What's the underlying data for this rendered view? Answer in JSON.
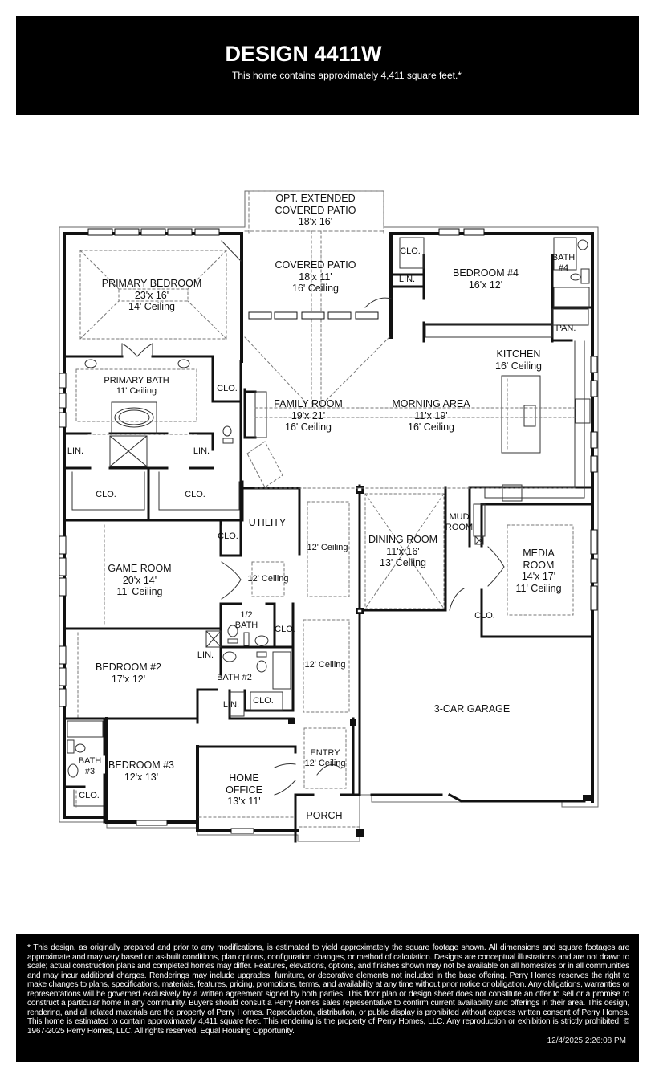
{
  "header": {
    "title": "DESIGN 4411W",
    "subtitle": "This home contains approximately 4,411 square feet.*"
  },
  "plan": {
    "square_feet": "4,411",
    "rooms": [
      {
        "id": "opt_extended_patio",
        "name": "OPT. EXTENDED\nCOVERED PATIO",
        "lines": [
          "OPT. EXTENDED",
          "COVERED PATIO"
        ],
        "size": "18'x 16'",
        "ceiling": ""
      },
      {
        "id": "covered_patio",
        "lines": [
          "COVERED PATIO"
        ],
        "size": "18'x 11'",
        "ceiling": "16' Ceiling"
      },
      {
        "id": "primary_bedroom",
        "lines": [
          "PRIMARY BEDROOM"
        ],
        "size": "23'x 16'",
        "ceiling": "14' Ceiling"
      },
      {
        "id": "bedroom_4",
        "lines": [
          "BEDROOM #4"
        ],
        "size": "16'x 12'",
        "ceiling": ""
      },
      {
        "id": "bath_4",
        "lines": [
          "BATH",
          "#4"
        ],
        "size": "",
        "ceiling": ""
      },
      {
        "id": "kitchen",
        "lines": [
          "KITCHEN"
        ],
        "size": "",
        "ceiling": "16' Ceiling"
      },
      {
        "id": "primary_bath",
        "lines": [
          "PRIMARY BATH"
        ],
        "size": "",
        "ceiling": "11' Ceiling"
      },
      {
        "id": "family_room",
        "lines": [
          "FAMILY ROOM"
        ],
        "size": "19'x 21'",
        "ceiling": "16' Ceiling"
      },
      {
        "id": "morning_area",
        "lines": [
          "MORNING AREA"
        ],
        "size": "11'x 19'",
        "ceiling": "16' Ceiling"
      },
      {
        "id": "utility",
        "lines": [
          "UTILITY"
        ],
        "size": "",
        "ceiling": ""
      },
      {
        "id": "dining_room",
        "lines": [
          "DINING ROOM"
        ],
        "size": "11'x 16'",
        "ceiling": "13' Ceiling"
      },
      {
        "id": "mud_room",
        "lines": [
          "MUD",
          "ROOM"
        ],
        "size": "",
        "ceiling": ""
      },
      {
        "id": "media_room",
        "lines": [
          "MEDIA",
          "ROOM"
        ],
        "size": "14'x 17'",
        "ceiling": "11' Ceiling"
      },
      {
        "id": "game_room",
        "lines": [
          "GAME ROOM"
        ],
        "size": "20'x 14'",
        "ceiling": "11' Ceiling"
      },
      {
        "id": "half_bath",
        "lines": [
          "1/2",
          "BATH"
        ],
        "size": "",
        "ceiling": ""
      },
      {
        "id": "bedroom_2",
        "lines": [
          "BEDROOM #2"
        ],
        "size": "17'x 12'",
        "ceiling": ""
      },
      {
        "id": "bath_2",
        "lines": [
          "BATH #2"
        ],
        "size": "",
        "ceiling": ""
      },
      {
        "id": "three_car_garage",
        "lines": [
          "3-CAR GARAGE"
        ],
        "size": "",
        "ceiling": ""
      },
      {
        "id": "bedroom_3",
        "lines": [
          "BEDROOM #3"
        ],
        "size": "12'x 13'",
        "ceiling": ""
      },
      {
        "id": "bath_3",
        "lines": [
          "BATH",
          "#3"
        ],
        "size": "",
        "ceiling": ""
      },
      {
        "id": "home_office",
        "lines": [
          "HOME",
          "OFFICE"
        ],
        "size": "13'x 11'",
        "ceiling": ""
      },
      {
        "id": "entry",
        "lines": [
          "ENTRY"
        ],
        "size": "",
        "ceiling": "12' Ceiling"
      },
      {
        "id": "porch",
        "lines": [
          "PORCH"
        ],
        "size": "",
        "ceiling": ""
      }
    ],
    "small_labels": {
      "clo": "CLO.",
      "lin": "LIN.",
      "pan": "PAN.",
      "ceiling_12": "12' Ceiling"
    }
  },
  "footer": {
    "disclaimer": "* This design, as originally prepared and prior to any modifications, is estimated to yield approximately the square footage shown. All dimensions and square footages are approximate and may vary based on as-built conditions, plan options, configuration changes, or method of calculation. Designs are conceptual illustrations and are not drawn to scale; actual construction plans and completed homes may differ. Features, elevations, options, and finishes shown may not be available on all homesites or in all communities and may incur additional charges. Renderings may include upgrades, furniture, or decorative elements not included in the base offering. Perry Homes reserves the right to make changes to plans, specifications, materials, features, pricing, promotions, terms, and availability at any time without prior notice or obligation. Any obligations, warranties or representations will be governed exclusively by a written agreement signed by both parties. This floor plan or design sheet does not constitute an offer to sell or a promise to construct a particular home in any community. Buyers should consult a Perry Homes sales representative to confirm current availability and offerings in their area. This design, rendering, and all related materials are the property of Perry Homes. Reproduction, distribution, or public display is prohibited without express written consent of Perry Homes. This home is estimated to contain approximately 4,411 square feet. This rendering is the property of Perry Homes, LLC. Any reproduction or exhibition is strictly prohibited. © 1967-2025 Perry Homes, LLC. All rights reserved. Equal Housing Opportunity.",
    "timestamp": "12/4/2025 2:26:08 PM"
  }
}
